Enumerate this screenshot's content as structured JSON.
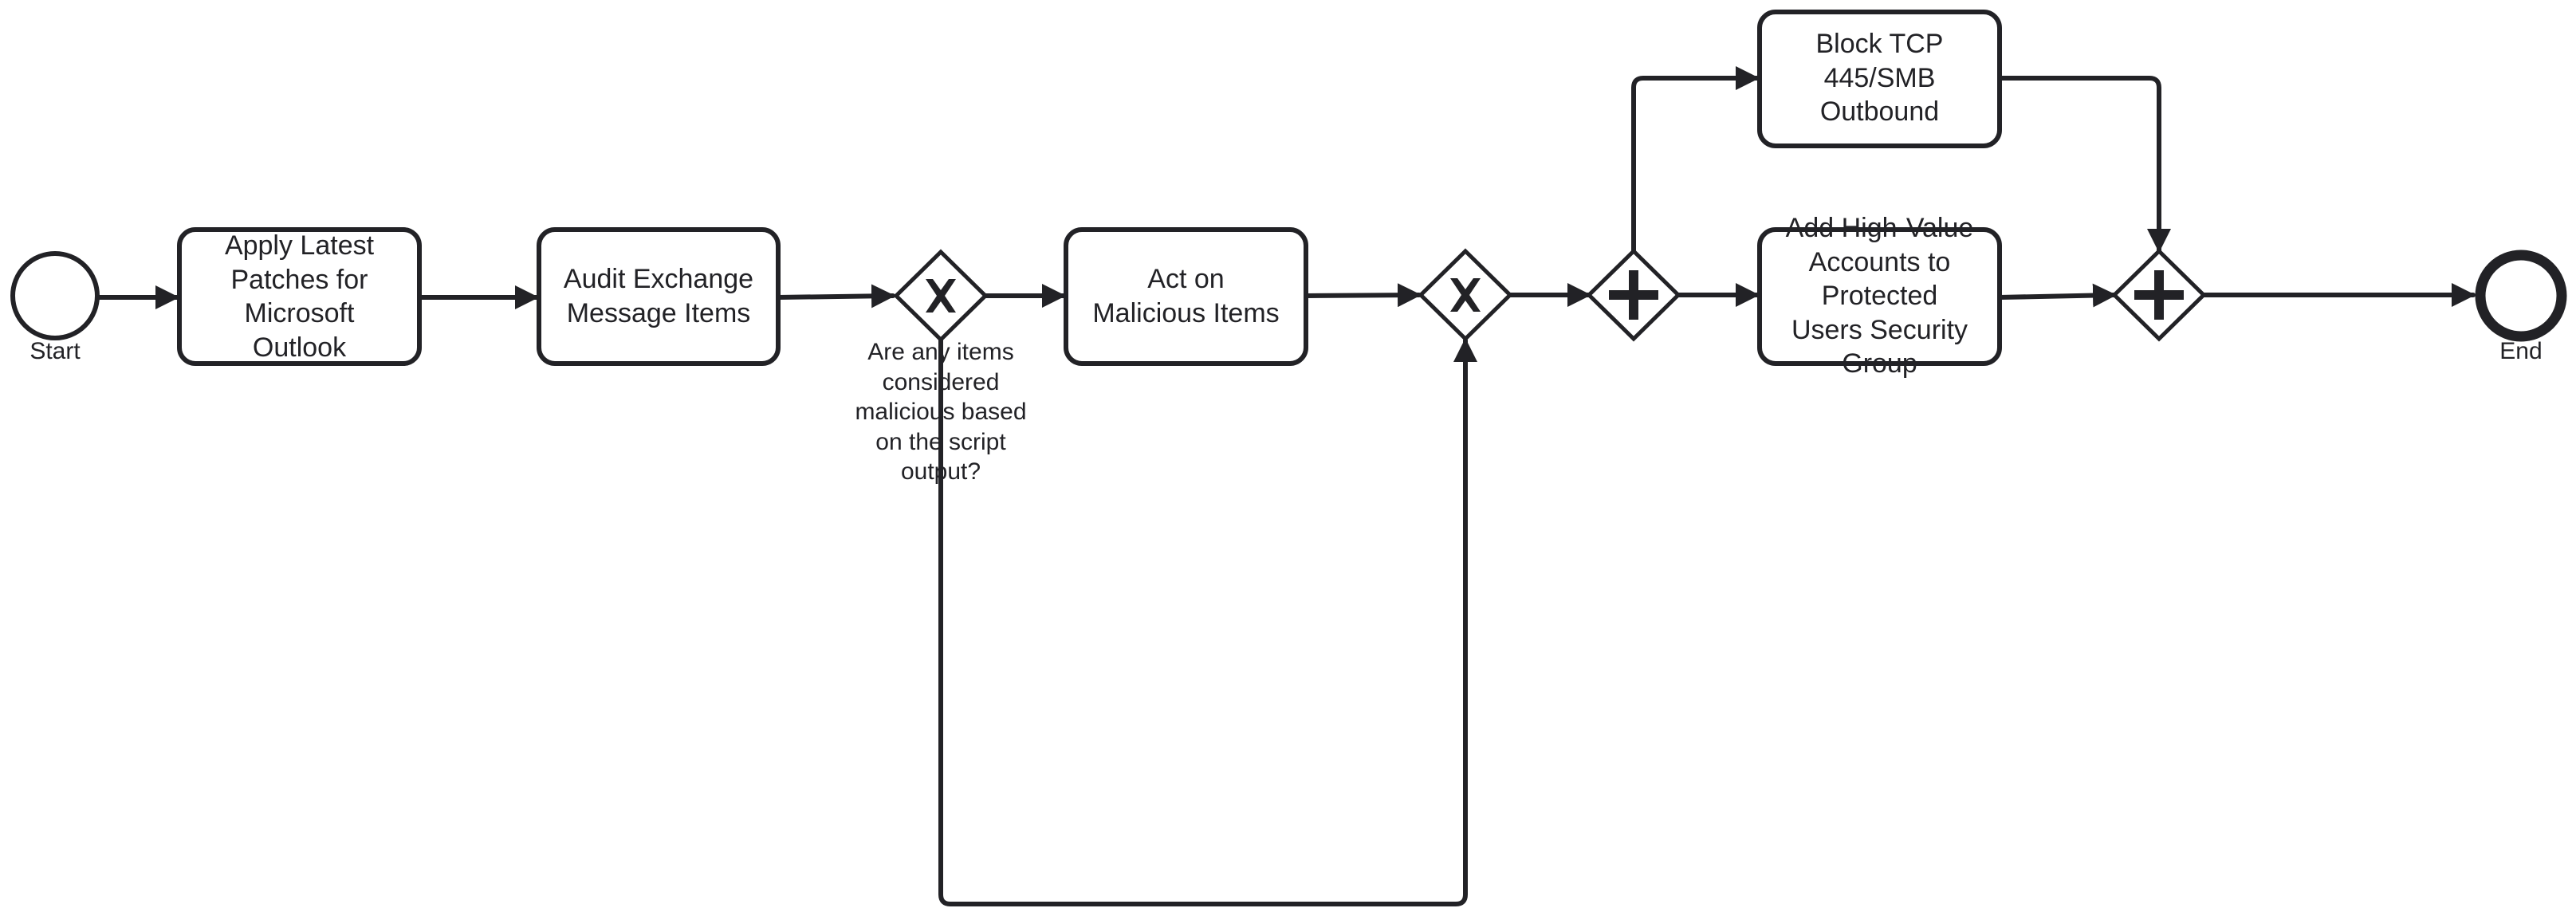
{
  "colors": {
    "stroke": "#222226",
    "fill": "#ffffff",
    "text": "#222226"
  },
  "events": {
    "start": {
      "label": "Start"
    },
    "end": {
      "label": "End"
    }
  },
  "tasks": {
    "apply_patches": {
      "lines": [
        "Apply Latest",
        "Patches for",
        "Microsoft",
        "Outlook"
      ]
    },
    "audit_exchange": {
      "lines": [
        "Audit Exchange",
        "Message Items"
      ]
    },
    "act_malicious": {
      "lines": [
        "Act on",
        "Malicious Items"
      ]
    },
    "block_tcp": {
      "lines": [
        "Block TCP",
        "445/SMB",
        "Outbound"
      ]
    },
    "add_accounts": {
      "lines": [
        "Add High-Value",
        "Accounts to",
        "Protected",
        "Users Security",
        "Group"
      ]
    }
  },
  "gateways": {
    "decision": {
      "type": "exclusive",
      "icon": "x-marker",
      "lines": [
        "Are any items",
        "considered",
        "malicious based",
        "on the script",
        "output?"
      ]
    },
    "merge": {
      "type": "exclusive",
      "icon": "x-marker"
    },
    "split": {
      "type": "parallel",
      "icon": "plus-marker"
    },
    "join": {
      "type": "parallel",
      "icon": "plus-marker"
    }
  }
}
